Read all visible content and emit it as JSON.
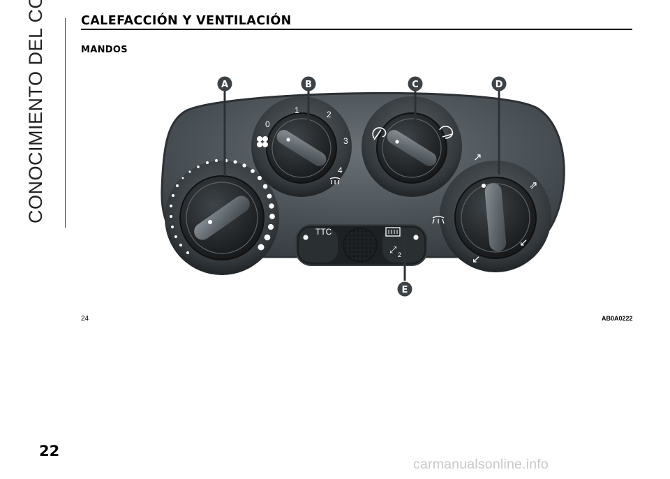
{
  "sidebar": {
    "section": "CONOCIMIENTO DEL COCHE"
  },
  "page": {
    "number": "22"
  },
  "header": {
    "title": "CALEFACCIÓN Y VENTILACIÓN",
    "subtitle": "MANDOS"
  },
  "figure": {
    "callouts": [
      "A",
      "B",
      "C",
      "D",
      "E"
    ],
    "fan_scale": [
      "0",
      "1",
      "2",
      "3",
      "4"
    ],
    "button_label": "TTC",
    "badge_number": "2",
    "ref": "24",
    "code": "AB0A0222",
    "icons": [
      "fan-icon",
      "defrost-icon",
      "recirculation-icon",
      "fresh-air-icon",
      "air-to-face-icon",
      "air-to-face-feet-icon",
      "air-to-feet-icon",
      "air-to-feet-windscreen-icon",
      "rear-window-heater-icon",
      "mirror-defrost-icon"
    ]
  },
  "watermark": "carmanualsonline.info",
  "colors": {
    "panel": "#4b5257",
    "panel_edge": "#2c3136",
    "knob": "#24292c",
    "ring": "#1a1d20",
    "callout": "#3c4246"
  }
}
